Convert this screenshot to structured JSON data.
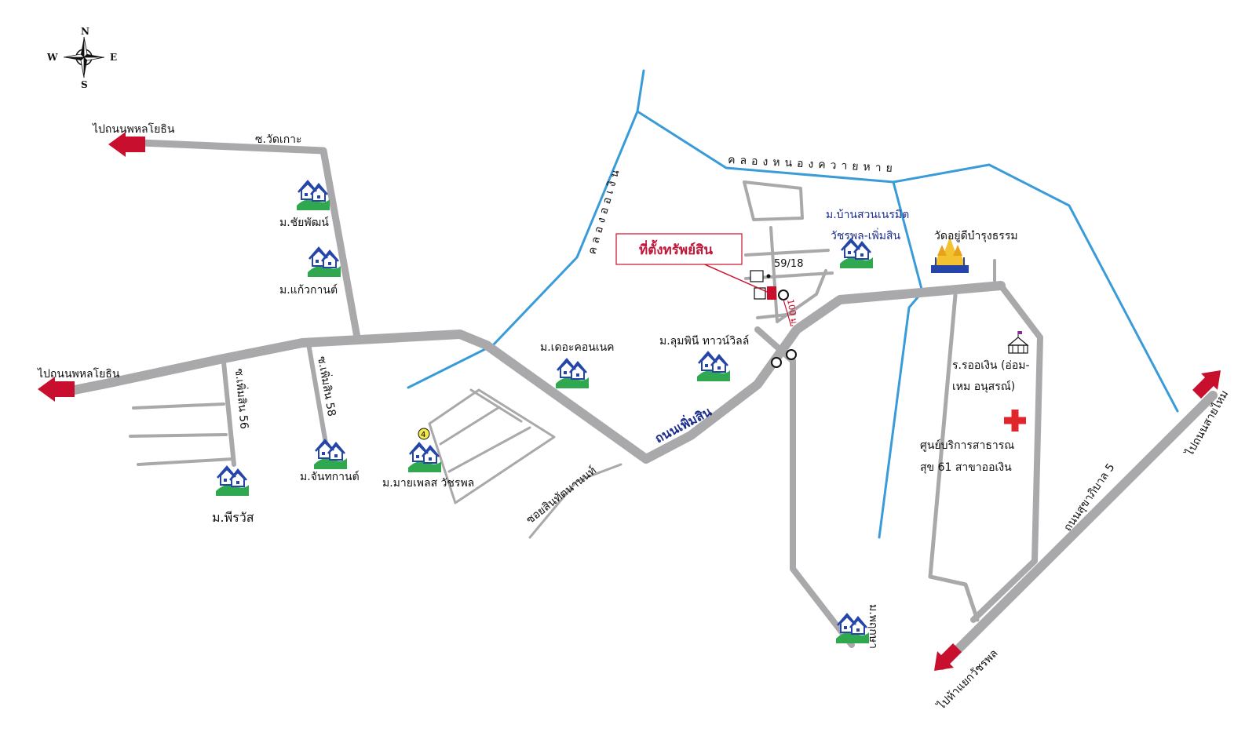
{
  "compass": {
    "n": "N",
    "s": "S",
    "e": "E",
    "w": "W"
  },
  "arrows": {
    "to_phahon_top": "ไปถนนพหลโยธิน",
    "to_phahon_left": "ไปถนนพหลโยธิน",
    "to_sai_mai": "ไปถนนสายไหม",
    "to_watcharaphon": "ไปห้าแยกวัชรพล"
  },
  "roads": {
    "soi_wat_ko": "ซ.วัดเกาะ",
    "soi_56": "ซ.เพิ่มสิน 56",
    "soi_58": "ซ.เพิ่มสิน 58",
    "soi_sin_thanon": "ซอยสินทัตนานนท์",
    "phoem_sin": "ถนนเพิ่มสิน",
    "sukhaphiban5": "ถนนสุขาภิบาล 5",
    "distance": "100 ม."
  },
  "canals": {
    "khlong_nong_khwai": "คลองหนองควายหาย",
    "khlong_ao_ngoen": "คลองออเงิน"
  },
  "villages": {
    "chaiyaphat": "ม.ชัยพัฒน์",
    "kaewkan": "ม.แก้วกานต์",
    "chanthakan": "ม.จันทกานต์",
    "phiwat": "ม.พีรวัส",
    "the_connect": "ม.เดอะคอนเนค",
    "my_place": "ม.มายเพลส วัชรพล",
    "lumphini": "ม.ลุมพินี ทาวน์วิลล์",
    "suan_neramit_1": "ม.บ้านสวนเนรมิต",
    "suan_neramit_2": "วัชรพล-เพิ่มสิน",
    "pruksa": "ม.พฤกษา"
  },
  "landmarks": {
    "temple": "วัดอยู่ดีบำรุงธรรม",
    "school_1": "ร.รออเงิน (อ่อม-",
    "school_2": "เหม อนุสรณ์)",
    "health_1": "ศูนย์บริการสาธารณ",
    "health_2": "สุข 61 สาขาออเงิน",
    "marker_number": "4"
  },
  "property": {
    "label": "ที่ตั้งทรัพย์สิน",
    "address": "59/18"
  },
  "colors": {
    "road": "#a9a9ab",
    "canal": "#3a9bd9",
    "arrow": "#c8102e",
    "property": "#c8102e",
    "village_green": "#2fa84f",
    "village_blue": "#2546a8",
    "label_blue": "#1c2e8c",
    "label_red": "#c0173a"
  },
  "icons": [
    "compass-rose-icon",
    "red-arrow-icon",
    "village-house-icon",
    "temple-icon",
    "school-icon",
    "red-cross-icon",
    "traffic-signal-icon"
  ]
}
